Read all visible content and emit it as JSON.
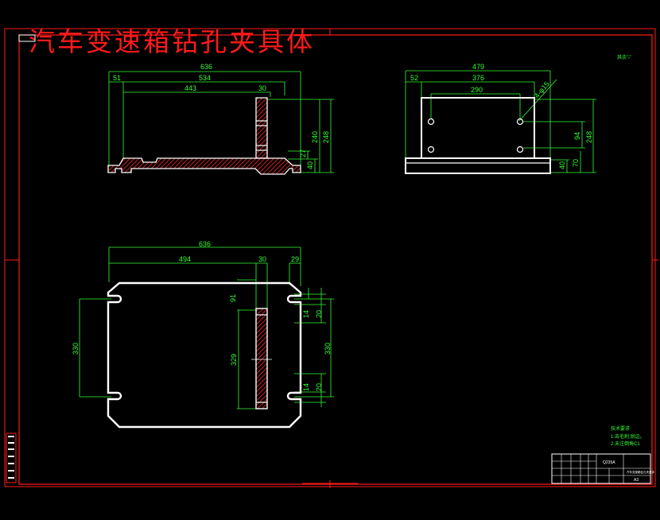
{
  "title": "汽车变速箱钻孔夹具体",
  "roughness_mark": "其余▽",
  "views": {
    "front": {
      "dims": [
        "636",
        "51",
        "534",
        "443",
        "30",
        "27",
        "240",
        "248",
        "40"
      ]
    },
    "side": {
      "dims": [
        "479",
        "52",
        "376",
        "290",
        "4-φ15",
        "94",
        "248",
        "40",
        "70"
      ]
    },
    "top": {
      "dims": [
        "636",
        "494",
        "30",
        "29",
        "91",
        "14",
        "20",
        "330",
        "329",
        "330",
        "14",
        "20"
      ]
    }
  },
  "tech_notes": {
    "heading": "技术要求",
    "lines": [
      "1.去毛刺,锐边。",
      "2.未注倒角C1"
    ]
  },
  "title_block": {
    "material": "Q235A",
    "drawing_name": "汽车变速箱钻孔夹具体",
    "sheet": "A3"
  },
  "colors": {
    "background": "#000000",
    "frame": "#ff1a1a",
    "outline": "#ffffff",
    "dimension": "#33ff33",
    "hatch": "#ff2a2a"
  }
}
